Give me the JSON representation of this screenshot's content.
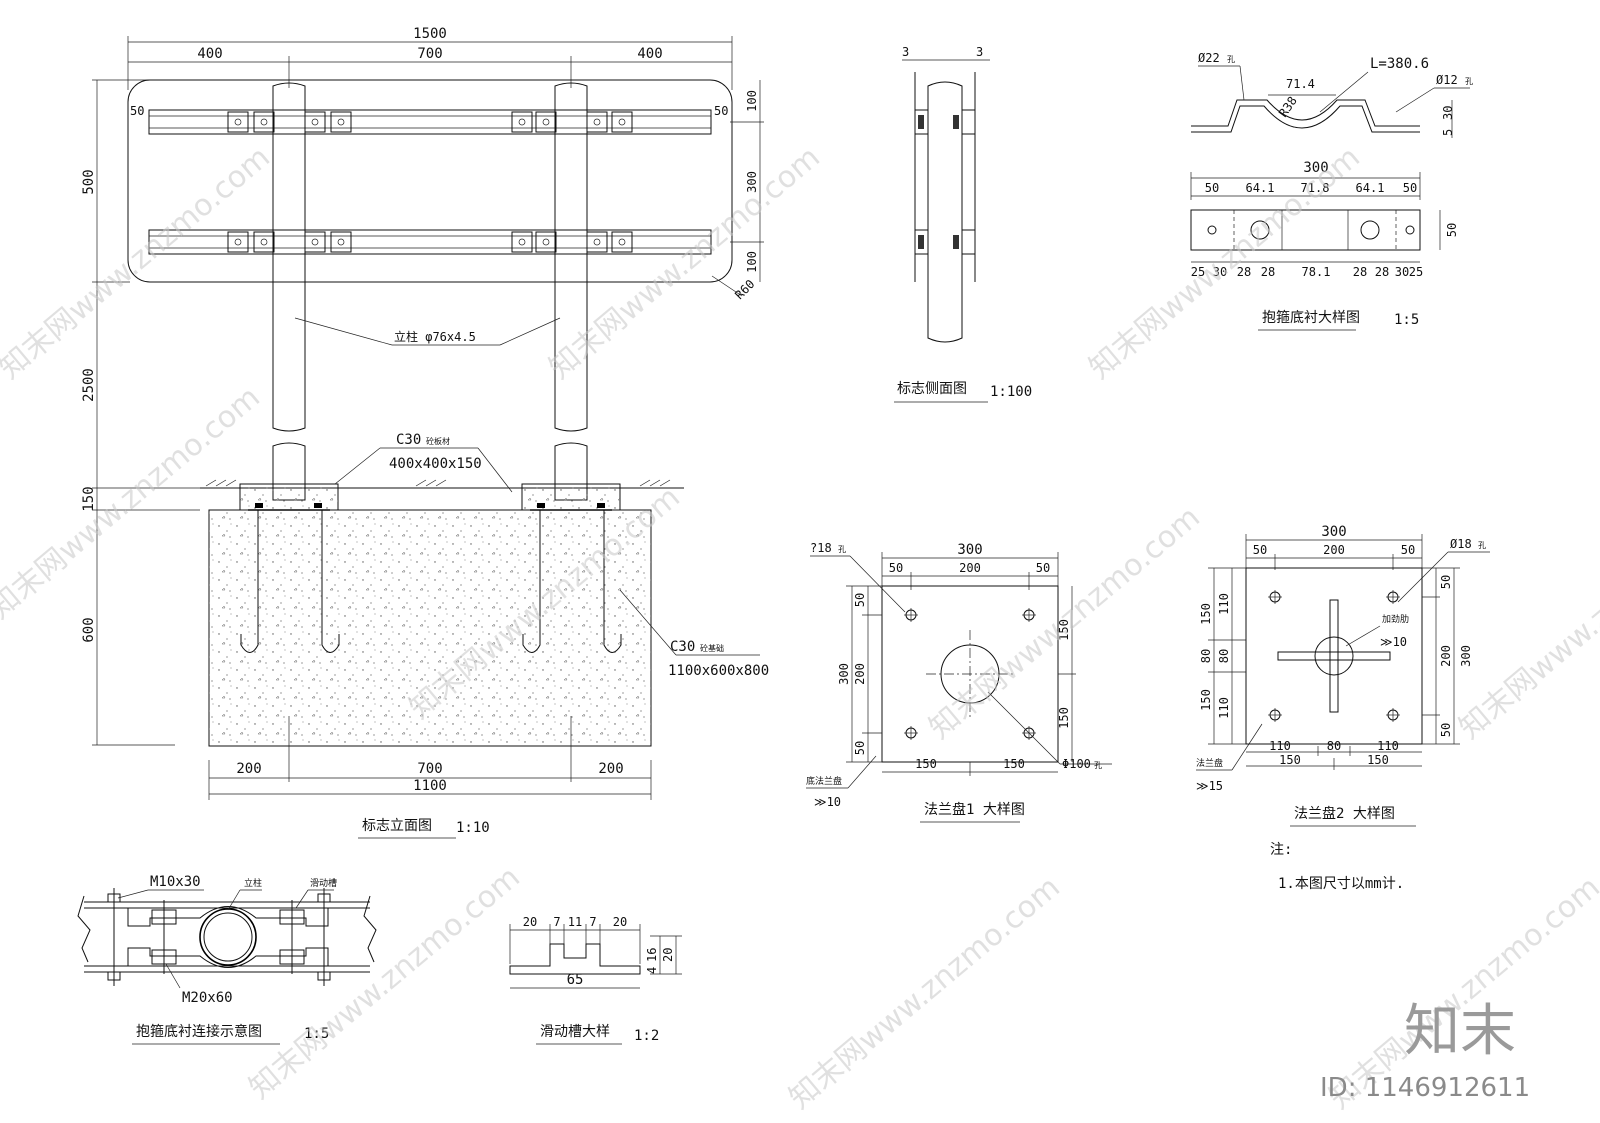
{
  "elevation": {
    "dims": {
      "total": "1500",
      "left": "400",
      "mid": "700",
      "right": "400",
      "h500": "500",
      "h2500": "2500",
      "h150": "150",
      "h600": "600",
      "d100a": "100",
      "d300": "300",
      "d100b": "100",
      "r60": "R60",
      "d50a": "50",
      "d50b": "50"
    },
    "post_label": "立柱 φ76x4.5",
    "slab_label": "C30",
    "slab_label_small": "砼板材",
    "slab_size": "400x400x150",
    "found_label": "C30",
    "found_label_small": "砼基础",
    "found_size": "1100x600x800",
    "bottom_dims": {
      "a": "200",
      "b": "700",
      "c": "200",
      "total": "1100"
    },
    "title": "标志立面图",
    "scale": "1:10"
  },
  "side": {
    "d_left": "3",
    "d_right": "3",
    "title": "标志侧面图",
    "scale": "1:100"
  },
  "hoop": {
    "hole22": "Ø22",
    "hole22_small": "孔",
    "d714": "71.4",
    "r38": "R38",
    "length": "L=380.6",
    "hole12": "Ø12",
    "hole12_small": "孔",
    "d5": "5",
    "d30": "30",
    "total": "300",
    "top_dims": [
      "50",
      "64.1",
      "71.8",
      "64.1",
      "50"
    ],
    "bottom_dims": [
      "25",
      "30",
      "28",
      "28",
      "78.1",
      "28",
      "28",
      "30",
      "25"
    ],
    "height": "50",
    "title": "抱箍底衬大样图",
    "scale": "1:5"
  },
  "flange1": {
    "hole": "?18",
    "hole_small": "孔",
    "total": "300",
    "top": [
      "50",
      "200",
      "50"
    ],
    "right": [
      "150",
      "150"
    ],
    "left": [
      "50",
      "200",
      "50"
    ],
    "left_total": "300",
    "bottom": [
      "150",
      "150"
    ],
    "center_hole": "Φ100",
    "center_hole_small": "孔",
    "plate": "底法兰盘",
    "thick": "≫10",
    "title": "法兰盘1 大样图"
  },
  "flange2": {
    "hole": "Ø18",
    "hole_small": "孔",
    "total": "300",
    "top": [
      "50",
      "200",
      "50"
    ],
    "left_outer": [
      "150",
      "80",
      "150"
    ],
    "left_inner": [
      "110",
      "80",
      "110"
    ],
    "right_inner": [
      "50",
      "200",
      "50"
    ],
    "right_total": "300",
    "rib": "加劲肋",
    "rib_thick": "≫10",
    "bottom_inner": [
      "110",
      "80",
      "110"
    ],
    "bottom": [
      "150",
      "150"
    ],
    "plate": "法兰盘",
    "thick": "≫15",
    "title": "法兰盘2 大样图"
  },
  "notes": {
    "label": "注:",
    "item1": "1.本图尺寸以mm计."
  },
  "connection": {
    "bolt_top": "M10x30",
    "post": "立柱",
    "channel": "滑动槽",
    "bolt_bottom": "M20x60",
    "title": "抱箍底衬连接示意图",
    "scale": "1:5"
  },
  "slide": {
    "top": [
      "20",
      "7",
      "11",
      "7",
      "20"
    ],
    "right_a": "4",
    "right_b": "16",
    "right_c": "20",
    "width": "65",
    "title": "滑动槽大样",
    "scale": "1:2"
  },
  "watermark": {
    "text": "知末网www.znzmo.com",
    "brand": "知末",
    "id": "ID: 1146912611"
  }
}
